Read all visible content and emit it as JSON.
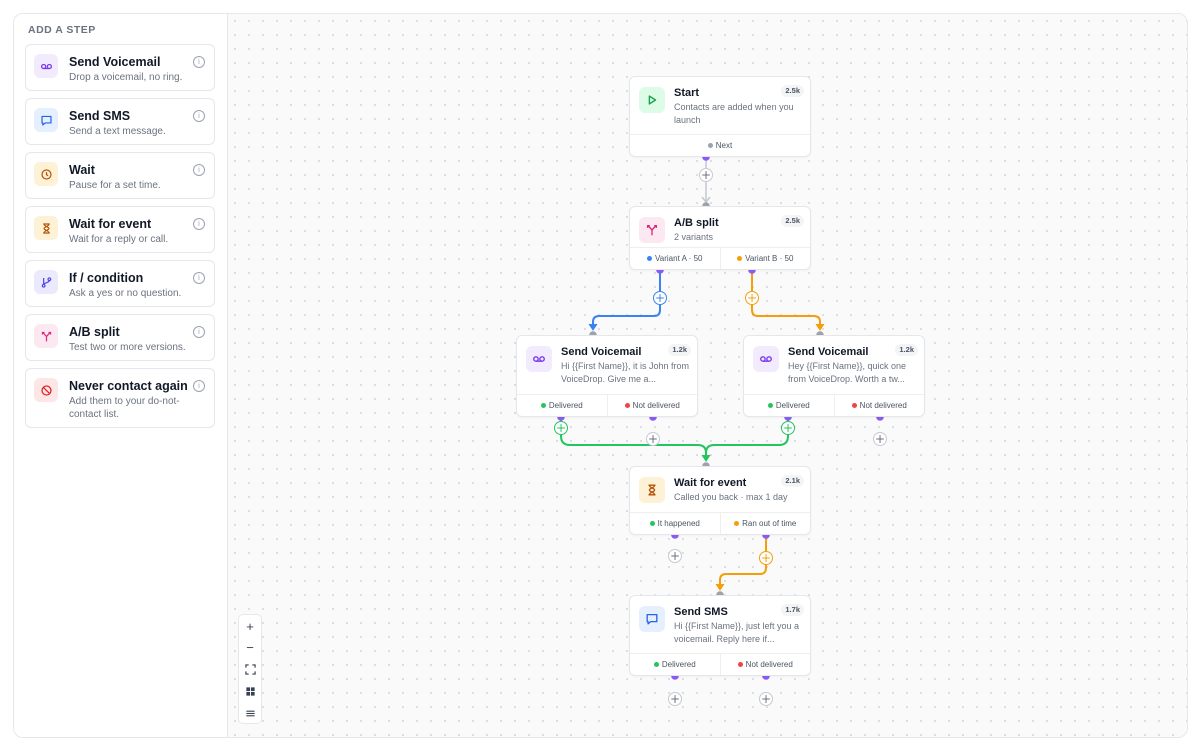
{
  "sidebar": {
    "title": "ADD A STEP",
    "steps": [
      {
        "title": "Send Voicemail",
        "desc": "Drop a voicemail, no ring.",
        "icon": "voicemail-icon",
        "bg": "#f1ebfd",
        "fg": "#7c3aed"
      },
      {
        "title": "Send SMS",
        "desc": "Send a text message.",
        "icon": "message-icon",
        "bg": "#e6effd",
        "fg": "#2563eb"
      },
      {
        "title": "Wait",
        "desc": "Pause for a set time.",
        "icon": "clock-icon",
        "bg": "#fdf1d6",
        "fg": "#b45309"
      },
      {
        "title": "Wait for event",
        "desc": "Wait for a reply or call.",
        "icon": "hourglass-icon",
        "bg": "#fdf1d6",
        "fg": "#b45309"
      },
      {
        "title": "If / condition",
        "desc": "Ask a yes or no question.",
        "icon": "branch-icon",
        "bg": "#ebeafd",
        "fg": "#4f46e5"
      },
      {
        "title": "A/B split",
        "desc": "Test two or more versions.",
        "icon": "split-icon",
        "bg": "#fce8f1",
        "fg": "#db2777"
      },
      {
        "title": "Never contact again",
        "desc": "Add them to your do-not-contact list.",
        "icon": "block-icon",
        "bg": "#fde6e6",
        "fg": "#dc2626"
      }
    ],
    "info_glyph": "i"
  },
  "nodes": {
    "start": {
      "title": "Start",
      "desc": "Contacts are added when you launch",
      "badge": "2.5k",
      "icon": "play-icon",
      "ports": [
        "Next"
      ]
    },
    "ab": {
      "title": "A/B split",
      "desc": "2 variants",
      "badge": "2.5k",
      "icon": "split-icon",
      "ports": [
        "Variant A · 50",
        "Variant B · 50"
      ]
    },
    "vm_a": {
      "title": "Send Voicemail",
      "desc": "Hi {{First Name}}, it is John from VoiceDrop. Give me a...",
      "badge": "1.2k",
      "icon": "voicemail-icon",
      "ports": [
        "Delivered",
        "Not delivered"
      ]
    },
    "vm_b": {
      "title": "Send Voicemail",
      "desc": "Hey {{First Name}}, quick one from VoiceDrop. Worth a tw...",
      "badge": "1.2k",
      "icon": "voicemail-icon",
      "ports": [
        "Delivered",
        "Not delivered"
      ]
    },
    "wait_event": {
      "title": "Wait for event",
      "desc": "Called you back · max 1 day",
      "badge": "2.1k",
      "icon": "hourglass-icon",
      "ports": [
        "It happened",
        "Ran out of time"
      ]
    },
    "sms": {
      "title": "Send SMS",
      "desc": "Hi {{First Name}}, just left you a voicemail. Reply here if...",
      "badge": "1.7k",
      "icon": "message-icon",
      "ports": [
        "Delivered",
        "Not delivered"
      ]
    }
  },
  "colors": {
    "variant_a": "#3b82f6",
    "variant_b": "#f59e0b",
    "delivered": "#22c55e",
    "not_delivered": "#ef4444",
    "next": "#9ca3af",
    "port_dot": "#8b5cf6"
  },
  "controls": {
    "zoom_in": "+",
    "zoom_out": "−",
    "fit_icon": "fit-screen-icon",
    "minimap_icon": "grid-icon",
    "layout_icon": "lines-icon"
  },
  "plus_glyph": "+"
}
